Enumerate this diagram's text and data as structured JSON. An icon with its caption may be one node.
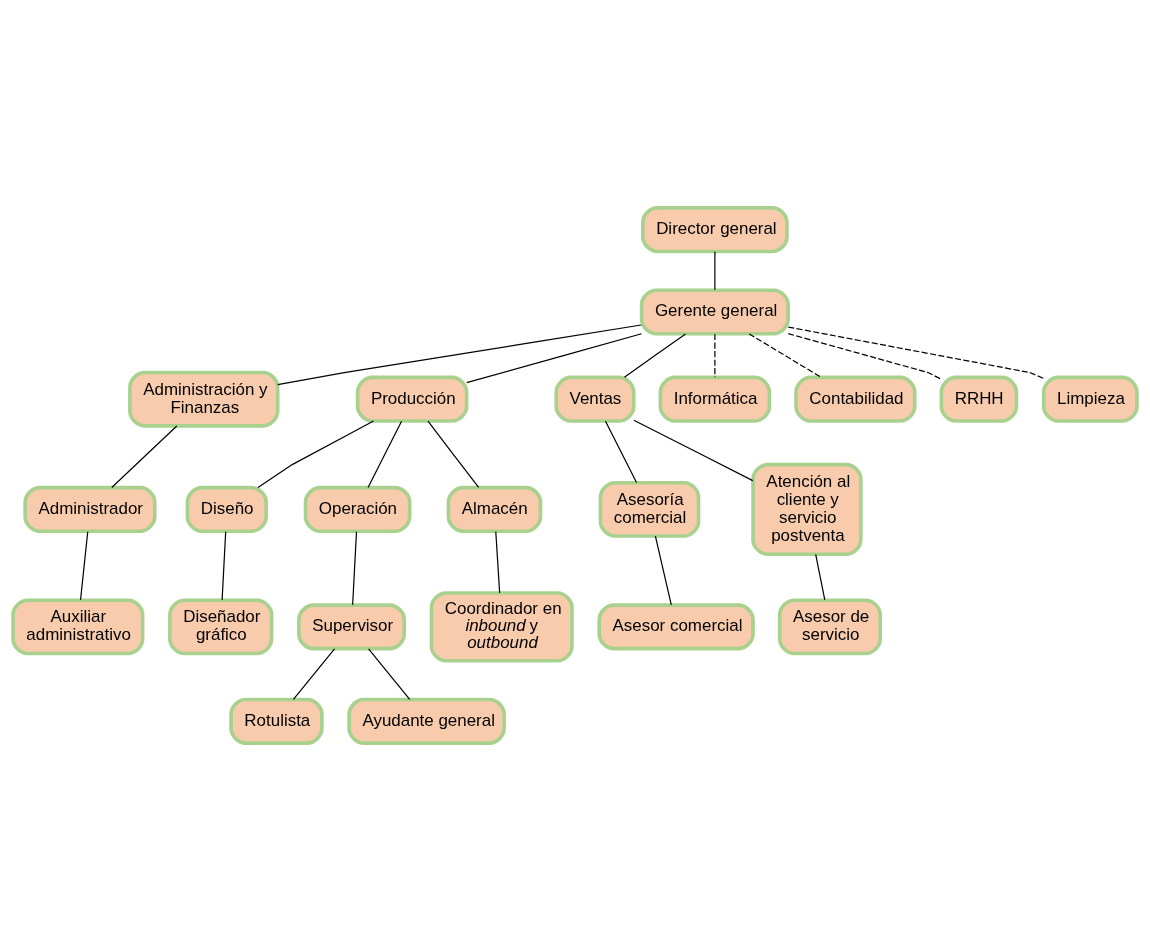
{
  "diagram": {
    "nodes": [
      {
        "text": [
          "Director general"
        ]
      },
      {
        "text": [
          "Gerente general"
        ]
      },
      {
        "text": [
          "Administración y Finanzas"
        ]
      },
      {
        "text": [
          "Producción"
        ]
      },
      {
        "text": [
          "Ventas"
        ]
      },
      {
        "text": [
          "Informática"
        ]
      },
      {
        "text": [
          "Contabilidad"
        ]
      },
      {
        "text": [
          "RRHH"
        ]
      },
      {
        "text": [
          "Limpieza"
        ]
      },
      {
        "text": [
          "Diseño"
        ]
      },
      {
        "text": [
          "Operación"
        ]
      },
      {
        "text": [
          "Almacén"
        ]
      },
      {
        "text": [
          "Asesoría comercial"
        ]
      },
      {
        "text": [
          "Atención al cliente y servicio postventa"
        ]
      },
      {
        "text": [
          "Administrador"
        ]
      },
      {
        "text": [
          "Diseñador gráfico"
        ]
      },
      {
        "text": [
          "Supervisor"
        ]
      },
      {
        "text": [
          "Coordinador en *inbound* y *outbound*"
        ]
      },
      {
        "text": [
          "Asesor comercial"
        ]
      },
      {
        "text": [
          "Asesor de servicio"
        ]
      },
      {
        "text": [
          "Auxiliar administrativo"
        ]
      },
      {
        "text": [
          "Rotulista"
        ]
      },
      {
        "text": [
          "Ayudante general"
        ]
      }
    ],
    "edges": [
      {
        "from": 0,
        "to": 1,
        "arrow": "none"
      },
      {
        "from": 1,
        "to": 2,
        "arrow": "none"
      },
      {
        "from": 1,
        "to": 3,
        "arrow": "none"
      },
      {
        "from": 1,
        "to": 4,
        "arrow": "none"
      },
      {
        "from": 1,
        "to": 5,
        "arrow": "none",
        "style": "dashed"
      },
      {
        "from": 1,
        "to": 6,
        "arrow": "none",
        "style": "dashed"
      },
      {
        "from": 1,
        "to": 7,
        "arrow": "none",
        "style": "dashed"
      },
      {
        "from": 1,
        "to": 8,
        "arrow": "none",
        "style": "dashed"
      },
      {
        "from": 3,
        "to": 9,
        "arrow": "none"
      },
      {
        "from": 3,
        "to": 10,
        "arrow": "none"
      },
      {
        "from": 3,
        "to": 11,
        "arrow": "none"
      },
      {
        "from": 4,
        "to": 12,
        "arrow": "none"
      },
      {
        "from": 4,
        "to": 13,
        "arrow": "none"
      },
      {
        "from": 2,
        "to": 14,
        "arrow": "none"
      },
      {
        "from": 9,
        "to": 15,
        "arrow": "none"
      },
      {
        "from": 10,
        "to": 16,
        "arrow": "none"
      },
      {
        "from": 11,
        "to": 17,
        "arrow": "none"
      },
      {
        "from": 12,
        "to": 18,
        "arrow": "none"
      },
      {
        "from": 13,
        "to": 19,
        "arrow": "none"
      },
      {
        "from": 14,
        "to": 20,
        "arrow": "none"
      },
      {
        "from": 16,
        "to": 21,
        "arrow": "none"
      },
      {
        "from": 16,
        "to": 22,
        "arrow": "none"
      }
    ]
  }
}
